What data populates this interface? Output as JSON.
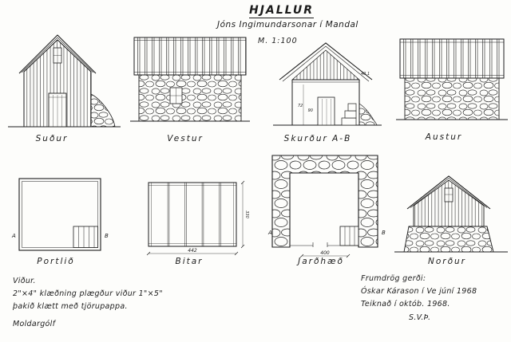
{
  "title": "HJALLUR",
  "subtitle": "Jóns Ingimundarsonar í Mandal",
  "scale_label": "M. 1:100",
  "views": {
    "sudur": {
      "label": "Suður"
    },
    "vestur": {
      "label": "Vestur"
    },
    "skurdur": {
      "label": "Skurður A-B",
      "dims": {
        "roof": "40.1",
        "wall_height": "72",
        "door_height": "90"
      }
    },
    "austur": {
      "label": "Austur"
    },
    "portlid": {
      "label": "Portlið",
      "marker_left": "A",
      "marker_right": "B"
    },
    "bitar": {
      "label": "Bitar",
      "dims": {
        "width": "442",
        "height": "330"
      }
    },
    "jardhaed": {
      "label": "Jarðhæð",
      "marker_left": "A",
      "marker_right": "B",
      "dims": {
        "width": "400"
      }
    },
    "nordur": {
      "label": "Norður"
    }
  },
  "notes_left": {
    "line1": "Viður.",
    "line2": "2\"×4\" klæðning plægður viður 1\"×5\"",
    "line3": "þakið klætt með tjörupappa.",
    "line4": "Moldargólf"
  },
  "notes_right": {
    "line1": "Frumdrög gerði:",
    "line2": "Óskar Kárason í Ve júní 1968",
    "line3": "Teiknað í októb. 1968.",
    "line4": "S.V.Þ."
  },
  "ink_color": "#1c1c1c"
}
